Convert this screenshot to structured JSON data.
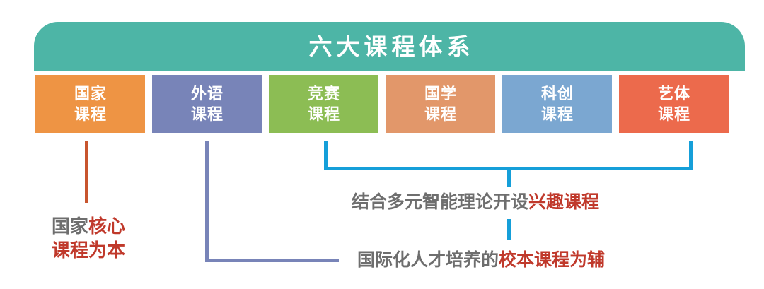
{
  "header": {
    "title": "六大课程体系",
    "background_color": "#4db5a6",
    "text_color": "#ffffff"
  },
  "categories": [
    {
      "line1": "国家",
      "line2": "课程",
      "color": "#ee9444",
      "name": "guojia"
    },
    {
      "line1": "外语",
      "line2": "课程",
      "color": "#7884b8",
      "name": "waiyu"
    },
    {
      "line1": "竞赛",
      "line2": "课程",
      "color": "#8cbd54",
      "name": "jingsai"
    },
    {
      "line1": "国学",
      "line2": "课程",
      "color": "#e2976a",
      "name": "guoxue"
    },
    {
      "line1": "科创",
      "line2": "课程",
      "color": "#7ba7d1",
      "name": "kechuang"
    },
    {
      "line1": "艺体",
      "line2": "课程",
      "color": "#ec6a4c",
      "name": "yiti"
    }
  ],
  "captions": {
    "national": {
      "line1_gray": "国家",
      "line1_red": "核心",
      "line2_red": "课程为本"
    },
    "interest": {
      "gray": "结合多元智能理论开设",
      "red": "兴趣课程"
    },
    "school_based": {
      "gray": "国际化人才培养的",
      "red": "校本课程为辅"
    }
  },
  "connector_colors": {
    "orange": "#c8552e",
    "purple": "#7884b8",
    "blue": "#159fd9"
  },
  "text_colors": {
    "gray": "#6e6e6e",
    "red": "#c0392b"
  }
}
